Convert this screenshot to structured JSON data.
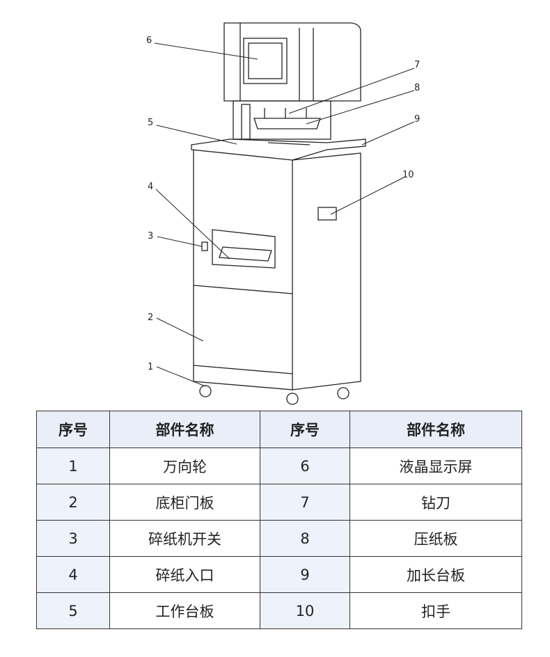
{
  "callouts": [
    "1",
    "2",
    "3",
    "4",
    "5",
    "6",
    "7",
    "8",
    "9",
    "10"
  ],
  "table": {
    "headers": [
      "序号",
      "部件名称",
      "序号",
      "部件名称"
    ],
    "rows": [
      {
        "n1": "1",
        "p1": "万向轮",
        "n2": "6",
        "p2": "液晶显示屏"
      },
      {
        "n1": "2",
        "p1": "底柜门板",
        "n2": "7",
        "p2": "钻刀"
      },
      {
        "n1": "3",
        "p1": "碎纸机开关",
        "n2": "8",
        "p2": "压纸板"
      },
      {
        "n1": "4",
        "p1": "碎纸入口",
        "n2": "9",
        "p2": "加长台板"
      },
      {
        "n1": "5",
        "p1": "工作台板",
        "n2": "10",
        "p2": "扣手"
      }
    ]
  }
}
